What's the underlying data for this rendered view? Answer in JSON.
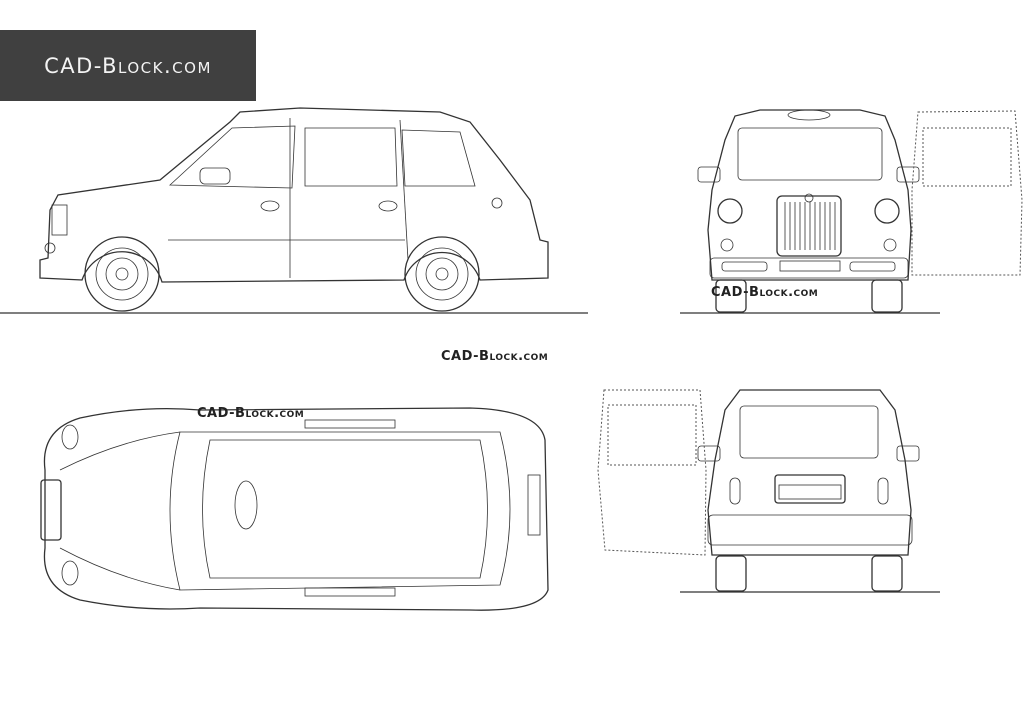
{
  "logo": {
    "text": "CAD-Block.com",
    "background": "#404040"
  },
  "watermarks": [
    "CAD-Block.com",
    "CAD-Block.com",
    "CAD-Block.com"
  ],
  "views": [
    "side-view",
    "front-view",
    "top-view",
    "rear-view"
  ]
}
